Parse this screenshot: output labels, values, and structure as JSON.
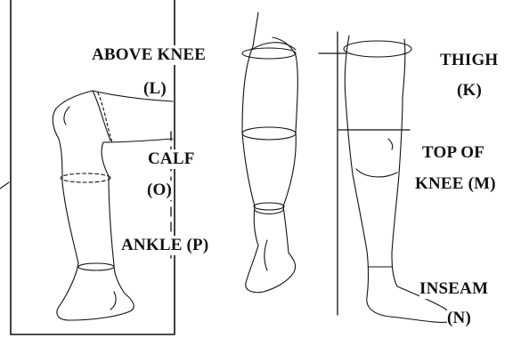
{
  "labels": {
    "above_knee": "ABOVE KNEE",
    "above_knee_code": "(L)",
    "calf": "CALF",
    "calf_code": "(O)",
    "ankle": "ANKLE (P)",
    "thigh": "THIGH",
    "thigh_code": "(K)",
    "top_of_knee_line1": "TOP OF",
    "top_of_knee_line2": "KNEE (M)",
    "inseam": "INSEAM",
    "inseam_code": "(N)"
  },
  "colors": {
    "ink": "#111111",
    "background": "#ffffff"
  }
}
